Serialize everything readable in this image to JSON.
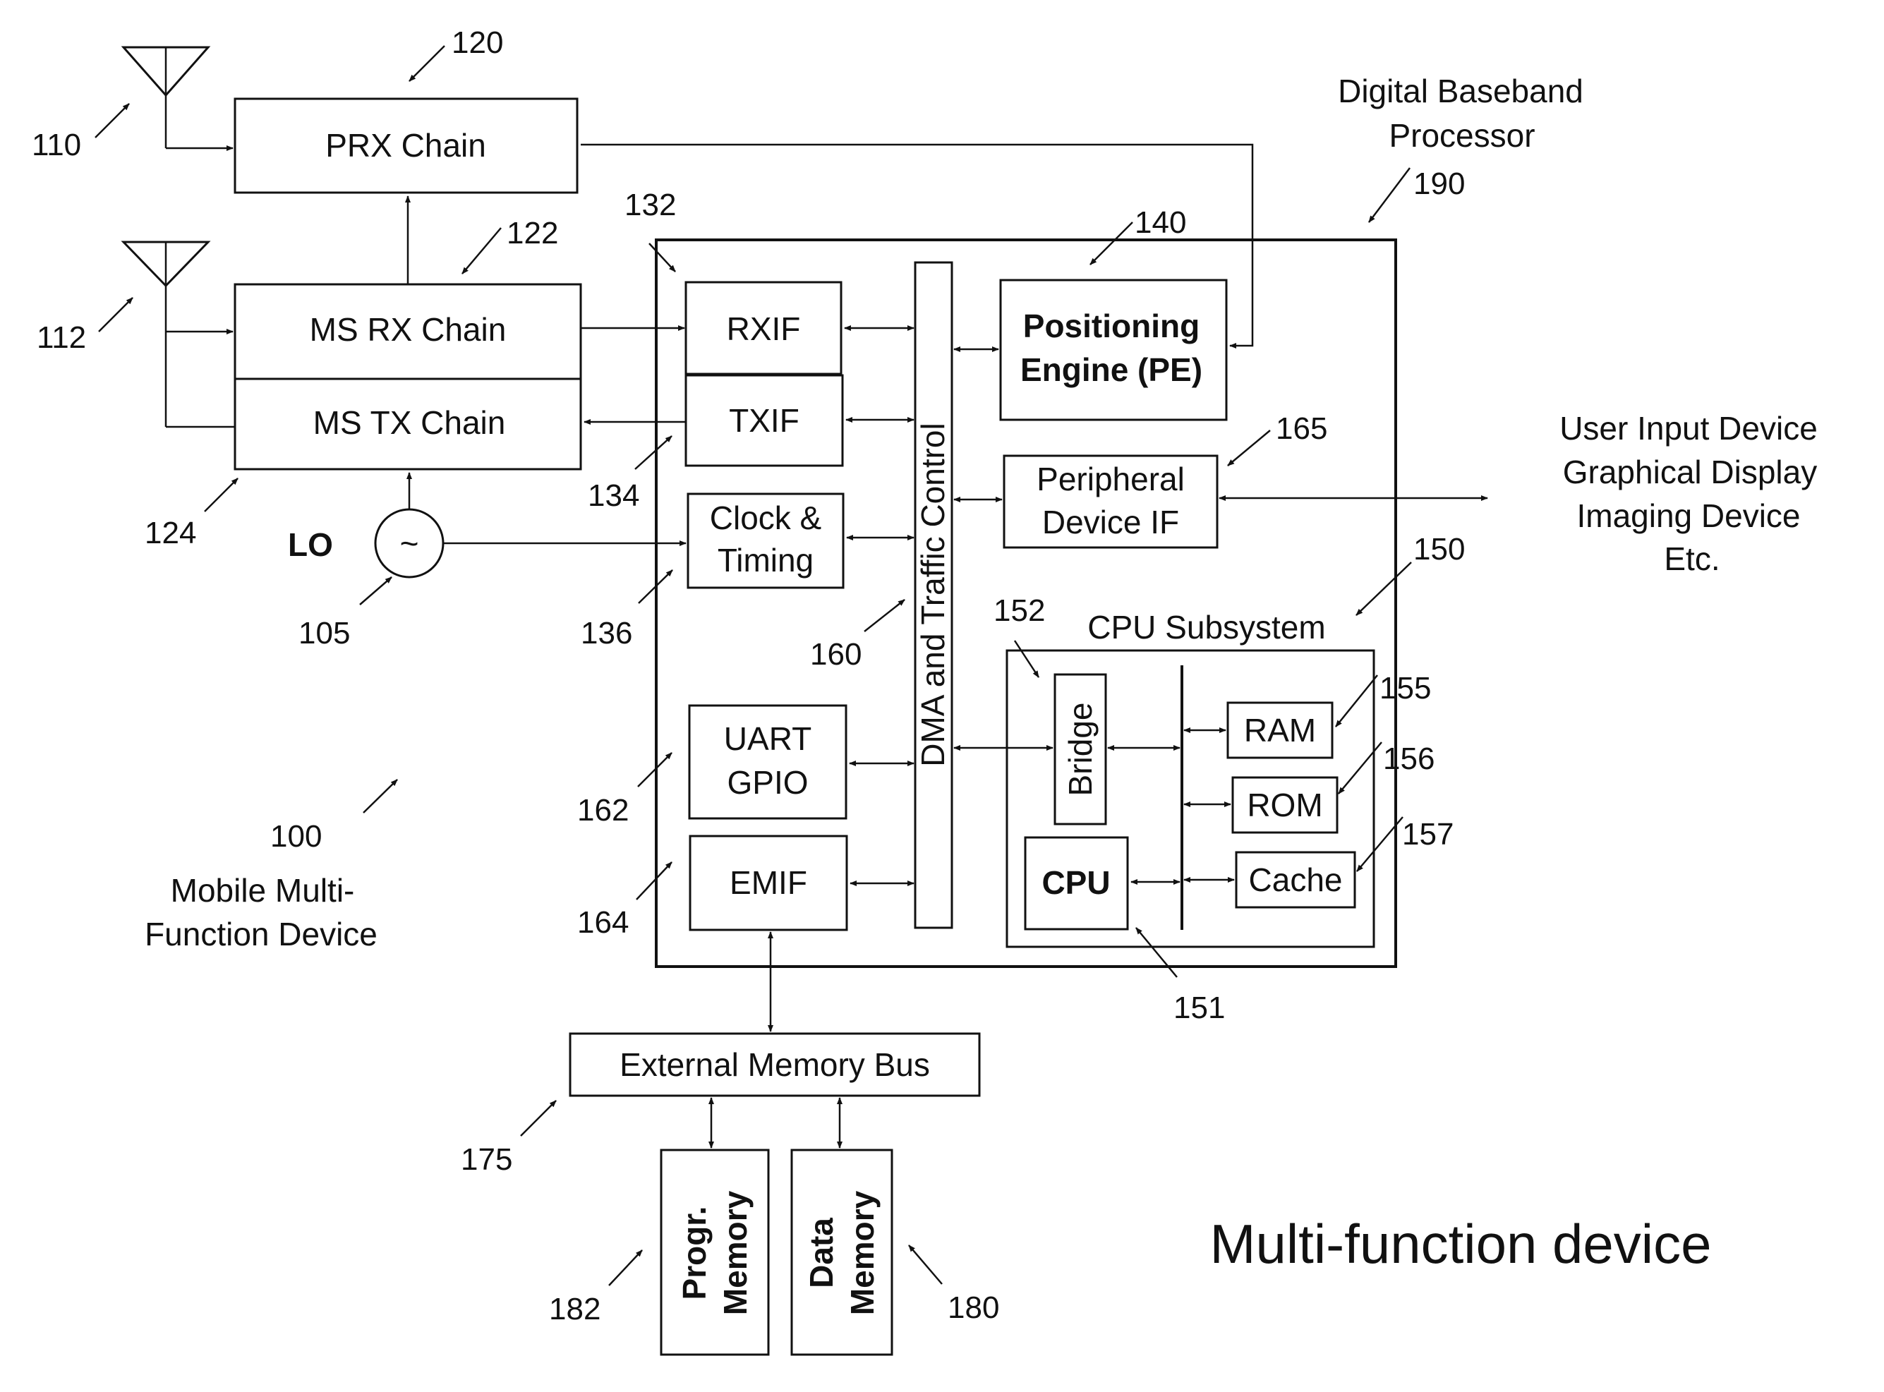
{
  "figure_title": "Multi-function device",
  "blocks": {
    "prx": "PRX Chain",
    "ms_rx": "MS RX Chain",
    "ms_tx": "MS TX Chain",
    "lo": "LO",
    "lo_symbol": "~",
    "rxif": "RXIF",
    "txif": "TXIF",
    "clock_1": "Clock &",
    "clock_2": "Timing",
    "uart_1": "UART",
    "uart_2": "GPIO",
    "emif": "EMIF",
    "dma": "DMA and Traffic Control",
    "pe_1": "Positioning",
    "pe_2": "Engine (PE)",
    "periph_1": "Peripheral",
    "periph_2": "Device  IF",
    "cpu_subsystem": "CPU Subsystem",
    "bridge": "Bridge",
    "cpu": "CPU",
    "ram": "RAM",
    "rom": "ROM",
    "cache": "Cache",
    "ext_bus": "External Memory  Bus",
    "prog_mem_1": "Progr.",
    "prog_mem_2": "Memory",
    "data_mem_1": "Data",
    "data_mem_2": "Memory"
  },
  "captions": {
    "dbp_1": "Digital Baseband",
    "dbp_2": "Processor",
    "user_1": "User Input Device",
    "user_2": "Graphical Display",
    "user_3": "Imaging Device",
    "user_4": "Etc.",
    "device_1": "Mobile Multi-",
    "device_2": "Function Device"
  },
  "refs": {
    "r120": "120",
    "r110": "110",
    "r122": "122",
    "r112": "112",
    "r124": "124",
    "r105": "105",
    "r132": "132",
    "r134": "134",
    "r136": "136",
    "r140": "140",
    "r165": "165",
    "r150": "150",
    "r152": "152",
    "r160": "160",
    "r162": "162",
    "r164": "164",
    "r155": "155",
    "r156": "156",
    "r157": "157",
    "r151": "151",
    "r190": "190",
    "r100": "100",
    "r175": "175",
    "r182": "182",
    "r180": "180"
  }
}
